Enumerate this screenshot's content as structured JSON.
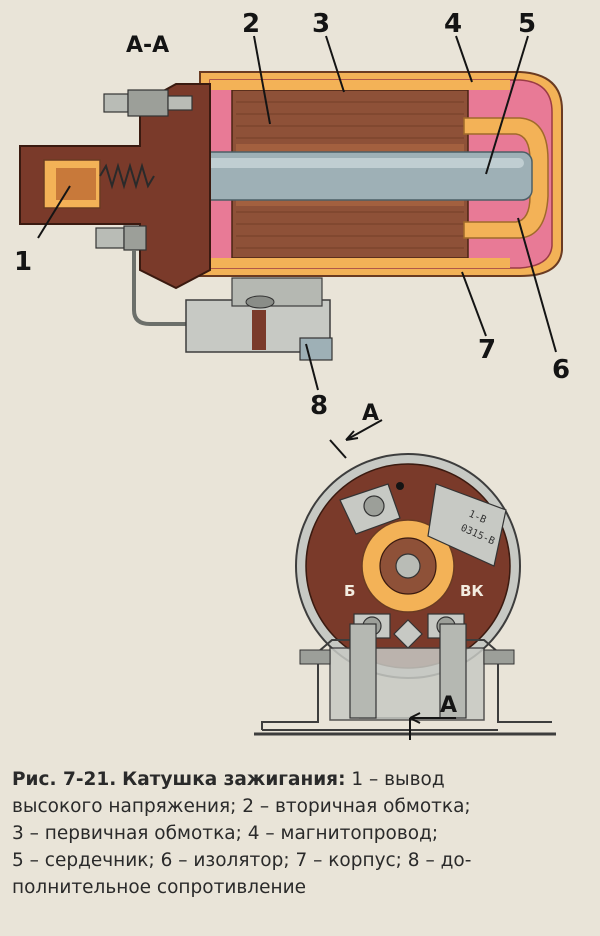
{
  "figure": {
    "section_label": "А-А",
    "section_arrow_label": "А",
    "terminal_labels": {
      "b": "Б",
      "vk": "ВК"
    },
    "callouts": [
      "1",
      "2",
      "3",
      "4",
      "5",
      "6",
      "7",
      "8"
    ],
    "plate_text": [
      "1-В",
      "0315-В"
    ]
  },
  "caption": {
    "number": "Рис. 7-21.",
    "title": "Катушка зажигания:",
    "lines": [
      "1 – вывод",
      "высокого напряжения; 2 – вторичная обмотка;",
      "3 – первичная обмотка; 4 – магнитопровод;",
      "5 – сердечник; 6 – изолятор; 7 – корпус; 8 – до-",
      "полнительное сопротивление"
    ]
  },
  "colors": {
    "background": "#e9e4d8",
    "housing": "#7a3a2a",
    "winding": "#8e5138",
    "insulator": "#f3b257",
    "core": "#9eb0b6",
    "metal": "#c7c9c4",
    "pink": "#e87a96"
  }
}
